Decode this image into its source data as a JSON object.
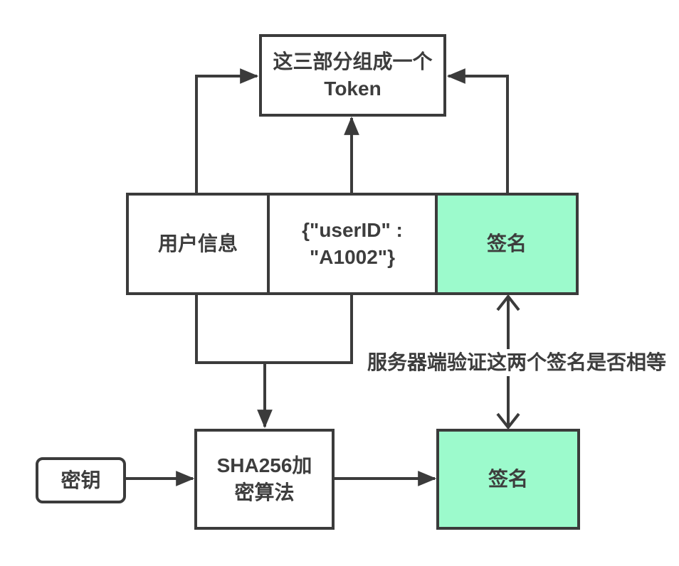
{
  "colors": {
    "bg": "#ffffff",
    "stroke": "#3b3b3b",
    "text": "#3d3d3d",
    "green": "#9cfacc",
    "node_bg": "#ffffff"
  },
  "nodes": {
    "token": {
      "label": "这三部分组成一个 Token"
    },
    "user_info": {
      "label": "用户信息"
    },
    "payload": {
      "label": "{\"userID\" : \"A1002\"}"
    },
    "signature_top": {
      "label": "签名"
    },
    "secret_key": {
      "label": "密钥"
    },
    "sha256": {
      "label": "SHA256加密算法"
    },
    "signature_bottom": {
      "label": "签名"
    }
  },
  "annotations": {
    "verify_note": {
      "label": "服务器端验证这两个签名是否相等"
    }
  },
  "edges": [
    {
      "from": "user_info",
      "to": "token",
      "type": "arrow"
    },
    {
      "from": "payload",
      "to": "token",
      "type": "arrow"
    },
    {
      "from": "signature_top",
      "to": "token",
      "type": "arrow"
    },
    {
      "from": "user_info",
      "to": "sha256",
      "type": "arrow-merged"
    },
    {
      "from": "payload",
      "to": "sha256",
      "type": "arrow-merged"
    },
    {
      "from": "secret_key",
      "to": "sha256",
      "type": "arrow"
    },
    {
      "from": "sha256",
      "to": "signature_bottom",
      "type": "arrow"
    },
    {
      "from": "signature_top",
      "to": "signature_bottom",
      "type": "double-arrow",
      "label": "服务器端验证这两个签名是否相等"
    }
  ]
}
